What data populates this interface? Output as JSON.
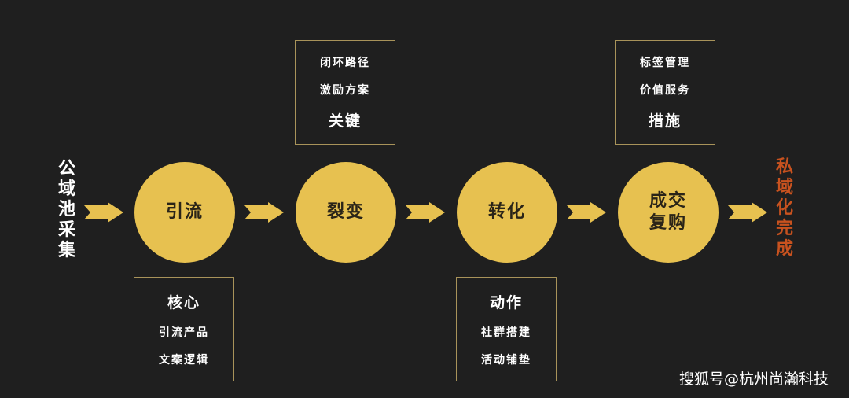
{
  "start_label": "公域池采集",
  "end_label": "私域化完成",
  "stages": [
    {
      "label": "引流"
    },
    {
      "label": "裂变"
    },
    {
      "label": "转化"
    },
    {
      "label": "成交\n复购"
    }
  ],
  "boxes": {
    "core": {
      "title": "核心",
      "items": [
        "引流产品",
        "文案逻辑"
      ]
    },
    "key": {
      "title": "关键",
      "items": [
        "闭环路径",
        "激励方案"
      ]
    },
    "action": {
      "title": "动作",
      "items": [
        "社群搭建",
        "活动铺垫"
      ]
    },
    "measure": {
      "title": "措施",
      "items": [
        "标签管理",
        "价值服务"
      ]
    }
  },
  "watermark": "搜狐号@杭州尚瀚科技",
  "colors": {
    "background": "#1f1f1f",
    "circle": "#e7c150",
    "end_text": "#c8521f",
    "border": "#a8935a"
  }
}
